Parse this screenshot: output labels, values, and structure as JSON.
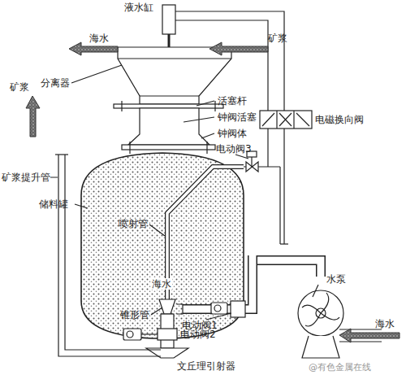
{
  "diagram": {
    "labels": [
      "液水缸",
      "海水",
      "矿浆",
      "分离器",
      "活塞杆",
      "钟阀活塞",
      "钟阀体",
      "电磁换向阀",
      "电动阀3",
      "储料罐",
      "矿浆",
      "矿浆提升管",
      "喷射管",
      "海水",
      "锥形管",
      "电动阀1",
      "电动阀2",
      "水泵",
      "海水",
      "文丘理引射器",
      "@有色金属在线"
    ]
  }
}
